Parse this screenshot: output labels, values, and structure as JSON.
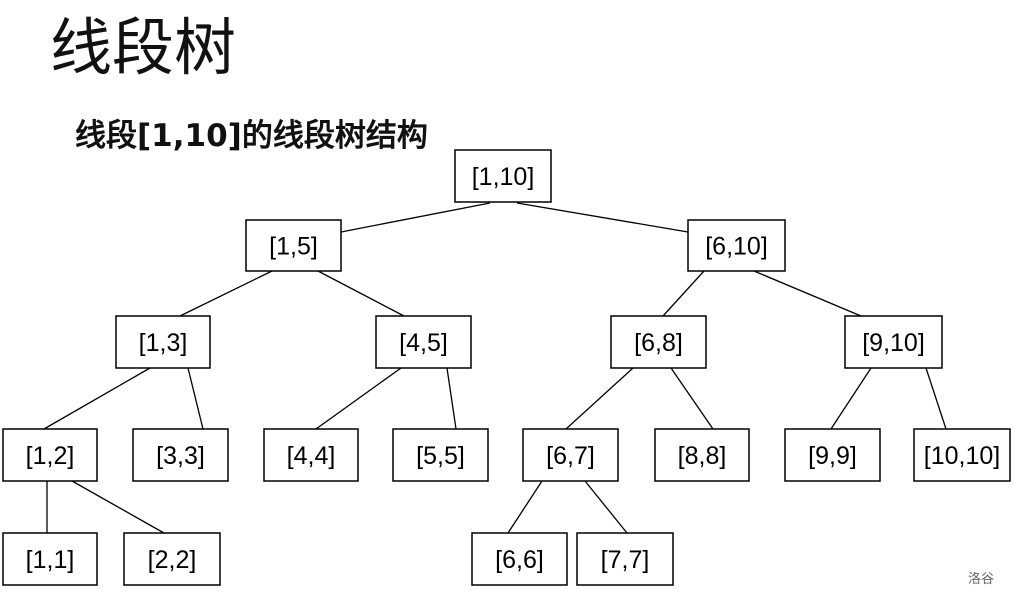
{
  "title": "线段树",
  "subtitle": "线段[1,10]的线段树结构",
  "watermark": "洛谷",
  "tree": {
    "nodes": [
      {
        "id": "n1-10",
        "label": "[1,10]",
        "level": 0
      },
      {
        "id": "n1-5",
        "label": "[1,5]",
        "level": 1,
        "parent": "n1-10"
      },
      {
        "id": "n6-10",
        "label": "[6,10]",
        "level": 1,
        "parent": "n1-10"
      },
      {
        "id": "n1-3",
        "label": "[1,3]",
        "level": 2,
        "parent": "n1-5"
      },
      {
        "id": "n4-5",
        "label": "[4,5]",
        "level": 2,
        "parent": "n1-5"
      },
      {
        "id": "n6-8",
        "label": "[6,8]",
        "level": 2,
        "parent": "n6-10"
      },
      {
        "id": "n9-10",
        "label": "[9,10]",
        "level": 2,
        "parent": "n6-10"
      },
      {
        "id": "n1-2",
        "label": "[1,2]",
        "level": 3,
        "parent": "n1-3"
      },
      {
        "id": "n3-3",
        "label": "[3,3]",
        "level": 3,
        "parent": "n1-3"
      },
      {
        "id": "n4-4",
        "label": "[4,4]",
        "level": 3,
        "parent": "n4-5"
      },
      {
        "id": "n5-5",
        "label": "[5,5]",
        "level": 3,
        "parent": "n4-5"
      },
      {
        "id": "n6-7",
        "label": "[6,7]",
        "level": 3,
        "parent": "n6-8"
      },
      {
        "id": "n8-8",
        "label": "[8,8]",
        "level": 3,
        "parent": "n6-8"
      },
      {
        "id": "n9-9",
        "label": "[9,9]",
        "level": 3,
        "parent": "n9-10"
      },
      {
        "id": "n10-10",
        "label": "[10,10]",
        "level": 3,
        "parent": "n9-10"
      },
      {
        "id": "n1-1",
        "label": "[1,1]",
        "level": 4,
        "parent": "n1-2"
      },
      {
        "id": "n2-2",
        "label": "[2,2]",
        "level": 4,
        "parent": "n1-2"
      },
      {
        "id": "n6-6",
        "label": "[6,6]",
        "level": 4,
        "parent": "n6-7"
      },
      {
        "id": "n7-7",
        "label": "[7,7]",
        "level": 4,
        "parent": "n6-7"
      }
    ]
  }
}
